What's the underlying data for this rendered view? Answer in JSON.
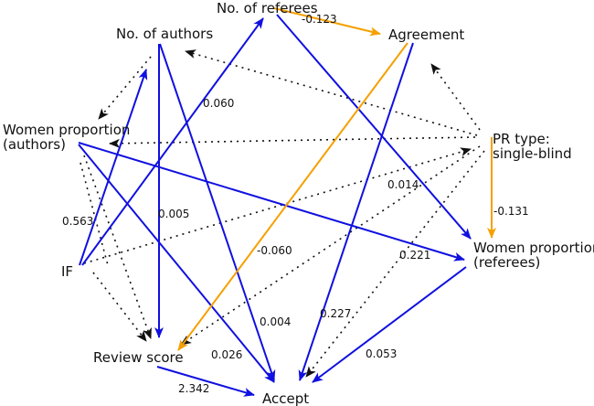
{
  "nodes": {
    "referees": "No. of referees",
    "agreement": "Agreement",
    "authors": "No. of authors",
    "women_authors": [
      "Women proportion",
      "(authors)"
    ],
    "pr_type": [
      "PR type:",
      "single-blind"
    ],
    "if": "IF",
    "women_referees": [
      "Women proportion",
      "(referees)"
    ],
    "review_score": "Review score",
    "accept": "Accept"
  },
  "edge_labels": {
    "ref_agreement": "-0.123",
    "if_referees": "0.060",
    "authors_review": "0.005",
    "if_authors": "0.563",
    "agreement_review": "-0.060",
    "authors_accept": "0.004",
    "wa_accept": "0.026",
    "review_accept": "2.342",
    "ref_accept": "0.227",
    "pr_review": "0.014",
    "wa_wr": "0.221",
    "wr_accept": "0.053",
    "pr_wr": "-0.131"
  },
  "colors": {
    "positive": "#1010e0",
    "negative": "#f5a000",
    "dotted": "#111111"
  }
}
